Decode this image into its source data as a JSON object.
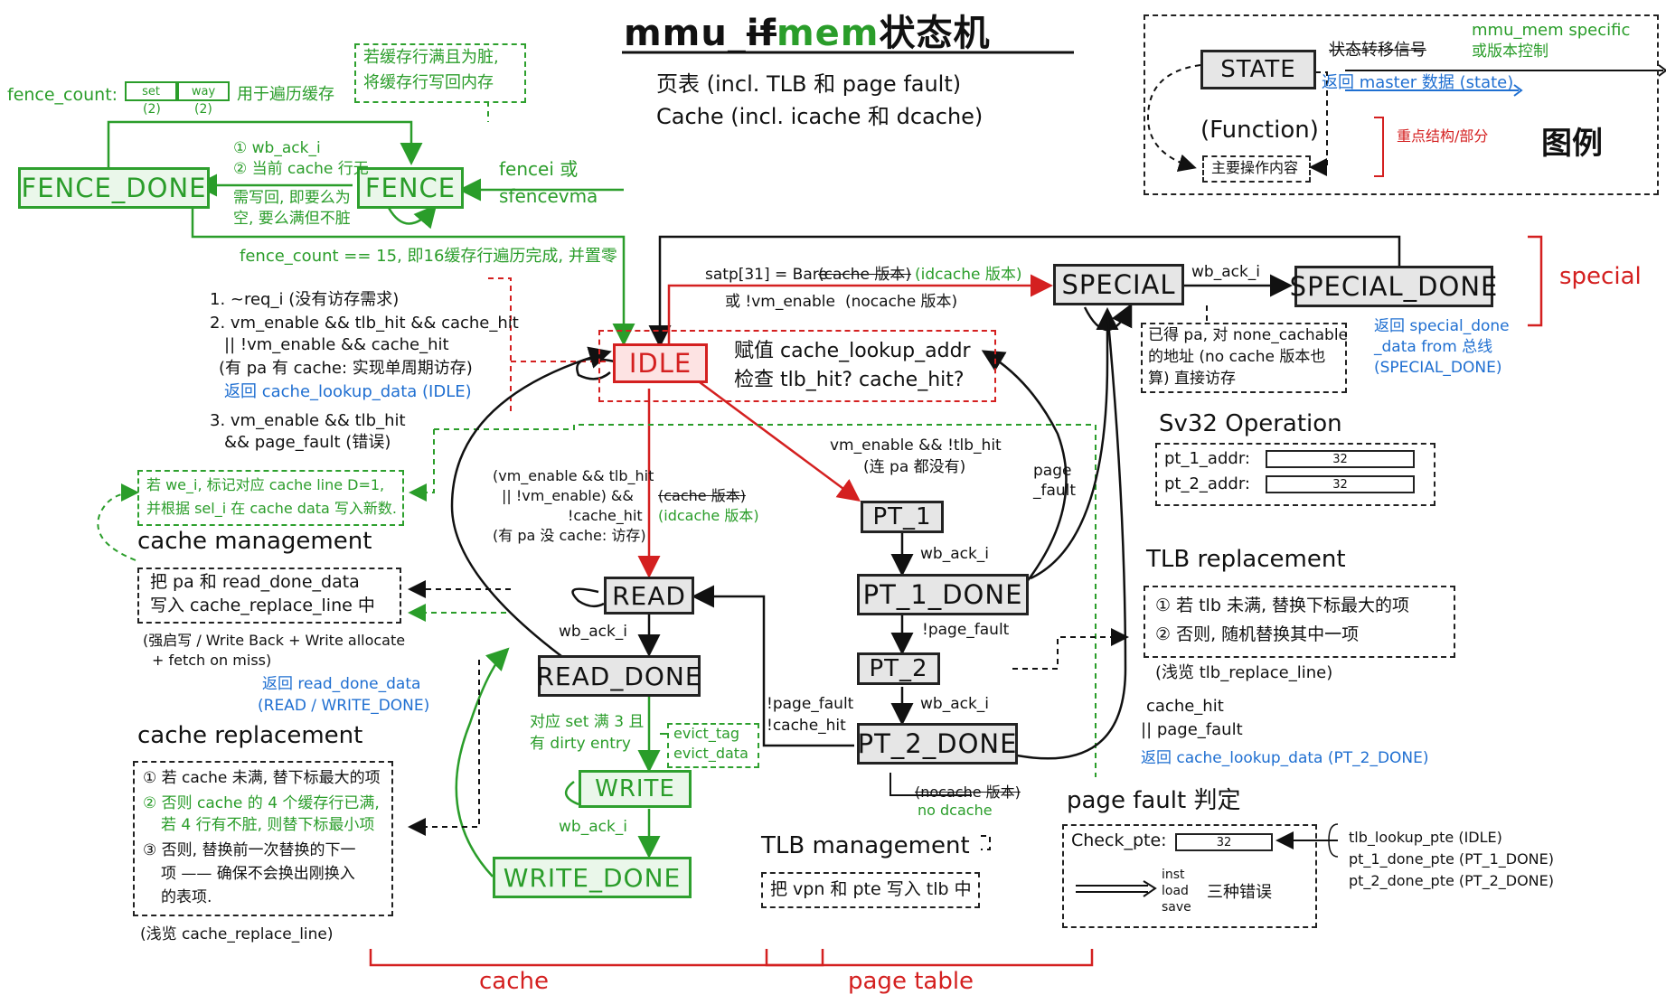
{
  "title": {
    "mmu": "mmu_",
    "if": "if",
    "mem": "mem",
    "fsm": "状态机",
    "line1": "页表 (incl. TLB 和 page fault)",
    "line2": "Cache (incl. icache 和 dcache)"
  },
  "legend": {
    "state": "STATE",
    "transition_signal": "状态转移信号",
    "mmu_mem_specific": "mmu_mem specific",
    "version_specific": "或版本控制",
    "return_master": "返回 master 数据 (state)",
    "function": "(Function)",
    "main_op": "主要操作内容",
    "key_struct": "重点结构/部分",
    "legend_label": "图例"
  },
  "states": {
    "fence_done": "FENCE_DONE",
    "fence": "FENCE",
    "idle": "IDLE",
    "read": "READ",
    "read_done": "READ_DONE",
    "write": "WRITE",
    "write_done": "WRITE_DONE",
    "pt1": "PT_1",
    "pt1_done": "PT_1_DONE",
    "pt2": "PT_2",
    "pt2_done": "PT_2_DONE",
    "special": "SPECIAL",
    "special_done": "SPECIAL_DONE"
  },
  "fence": {
    "counter_label": "fence_count:",
    "counter_set": "set",
    "counter_way": "way",
    "counter_bits": "(2)",
    "counter_use": "用于遍历缓存",
    "note_dirty_1": "若缓存行满且为脏,",
    "note_dirty_2": "将缓存行写回内存",
    "wb_ack": "① wb_ack_i",
    "current_line": "② 当前 cache 行无",
    "need_wb_1": "需写回, 即要么为",
    "need_wb_2": "空, 要么满但不脏",
    "trigger_1": "fencei 或",
    "trigger_2": "sfencevma",
    "done_cond": "fence_count == 15, 即16缓存行遍历完成, 并置零"
  },
  "idle": {
    "cond1": "1. ~req_i (没有访存需求)",
    "cond2a": "2. vm_enable && tlb_hit && cache_hit",
    "cond2b": "|| !vm_enable && cache_hit",
    "cond2c": "(有 pa 有 cache: 实现单周期访存)",
    "cond2_return": "返回 cache_lookup_data (IDLE)",
    "cond3a": "3. vm_enable && tlb_hit",
    "cond3b": "&& page_fault (错误)",
    "assign_1": "赋值 cache_lookup_addr",
    "assign_2": "检查 tlb_hit? cache_hit?"
  },
  "cache_mgmt": {
    "we_note_1": "若 we_i, 标记对应 cache line D=1,",
    "we_note_2": "并根据 sel_i 在 cache data 写入新数.",
    "heading": "cache management",
    "write_pa_1": "把 pa 和 read_done_data",
    "write_pa_2": "写入 cache_replace_line 中",
    "policy_1": "(强启写 / Write Back + Write allocate",
    "policy_2": "+ fetch on miss)",
    "return_1": "返回 read_done_data",
    "return_2": "(READ / WRITE_DONE)"
  },
  "cache_repl": {
    "heading": "cache replacement",
    "item1": "① 若 cache 未满, 替下标最大的项",
    "item2a": "② 否则 cache 的 4 个缓存行已满,",
    "item2b": "若 4 行有不脏, 则替下标最小项",
    "item3a": "③ 否则, 替换前一次替换的下一",
    "item3b": "项 —— 确保不会换出刚换入",
    "item3c": "的表项.",
    "see": "(浅览 cache_replace_line)"
  },
  "read_path": {
    "cond_1": "(vm_enable && tlb_hit",
    "cond_2": "|| !vm_enable) &&",
    "cond_3": "!cache_hit",
    "cond_4": "(有 pa 没 cache: 访存)",
    "cache_ver": "(cache 版本)",
    "icache_ver": "(idcache 版本)",
    "wb_ack_read": "wb_ack_i",
    "set_full_1": "对应 set 满 3 且",
    "set_full_2": "有 dirty entry",
    "evict_tag": "evict_tag",
    "evict_data": "evict_data",
    "wb_ack_write": "wb_ack_i"
  },
  "pt_path": {
    "cond_1": "vm_enable && !tlb_hit",
    "cond_2": "(连 pa 都没有)",
    "wb_ack_pt1": "wb_ack_i",
    "not_page_fault": "!page_fault",
    "wb_ack_pt2": "wb_ack_i",
    "back_read_1": "!page_fault",
    "back_read_2": "!cache_hit",
    "page_fault_1": "page",
    "page_fault_2": "_fault",
    "hit_1": "cache_hit",
    "hit_2": "|| page_fault",
    "return_pt2": "返回 cache_lookup_data (PT_2_DONE)",
    "nocache_1": "(nocache 版本)",
    "nocache_2": "no dcache"
  },
  "special": {
    "satp_1": "satp[31] = Bare",
    "satp_cache": "(cache 版本)",
    "satp_icache": "(idcache 版本)",
    "satp_2": "或 !vm_enable",
    "satp_nocache": "(nocache 版本)",
    "wb_ack": "wb_ack_i",
    "note_1": "已得 pa, 对 none_cachable",
    "note_2": "的地址 (no cache 版本也",
    "note_3": "算) 直接访存",
    "return_1": "返回 special_done",
    "return_2": "_data from 总线",
    "return_3": "(SPECIAL_DONE)",
    "bracket_label": "special"
  },
  "sv32": {
    "heading": "Sv32 Operation",
    "pt1_addr": "pt_1_addr:",
    "pt2_addr": "pt_2_addr:",
    "width": "32"
  },
  "tlb_repl": {
    "heading": "TLB replacement",
    "item1": "① 若 tlb 未满, 替换下标最大的项",
    "item2": "② 否则, 随机替换其中一项",
    "see": "(浅览 tlb_replace_line)"
  },
  "tlb_mgmt": {
    "heading": "TLB management",
    "body": "把 vpn 和 pte 写入 tlb 中"
  },
  "page_fault": {
    "heading": "page fault 判定",
    "check": "Check_pte:",
    "width": "32",
    "inst": "inst",
    "load": "load",
    "save": "save",
    "three_errors": "三种错误",
    "src1": "tlb_lookup_pte (IDLE)",
    "src2": "pt_1_done_pte (PT_1_DONE)",
    "src3": "pt_2_done_pte (PT_2_DONE)"
  },
  "sections": {
    "cache": "cache",
    "page_table": "page table"
  },
  "colors": {
    "black": "#111111",
    "green": "#2a9d2a",
    "blue": "#1f6fd1",
    "red": "#d42020",
    "gray_fill": "#e6e6e6",
    "idle_fill": "#fde3e3"
  }
}
